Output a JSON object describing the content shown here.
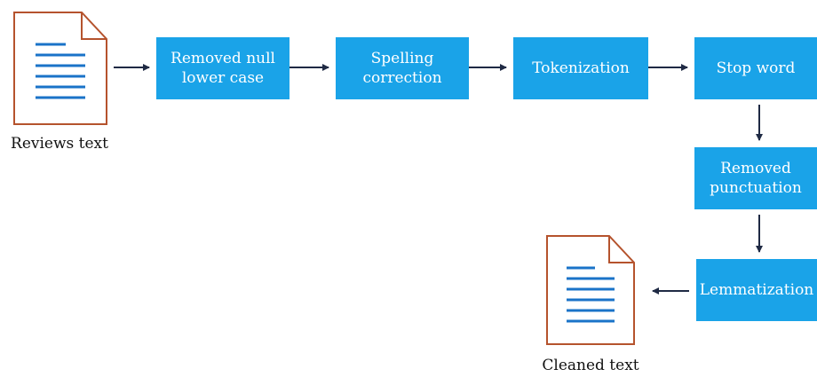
{
  "colors": {
    "box_fill": "#1aa3e8",
    "box_text": "#ffffff",
    "arrow": "#1f2a44",
    "doc_outline": "#b5532d",
    "doc_lines": "#1a73c8"
  },
  "documents": {
    "input": {
      "label": "Reviews text",
      "icon": "document-icon"
    },
    "output": {
      "label": "Cleaned text",
      "icon": "document-icon"
    }
  },
  "steps": [
    {
      "line1": "Removed null",
      "line2": "lower case"
    },
    {
      "line1": "Spelling",
      "line2": "correction"
    },
    {
      "line1": "Tokenization",
      "line2": ""
    },
    {
      "line1": "Stop word",
      "line2": ""
    },
    {
      "line1": "Removed",
      "line2": "punctuation"
    },
    {
      "line1": "Lemmatization",
      "line2": ""
    }
  ]
}
